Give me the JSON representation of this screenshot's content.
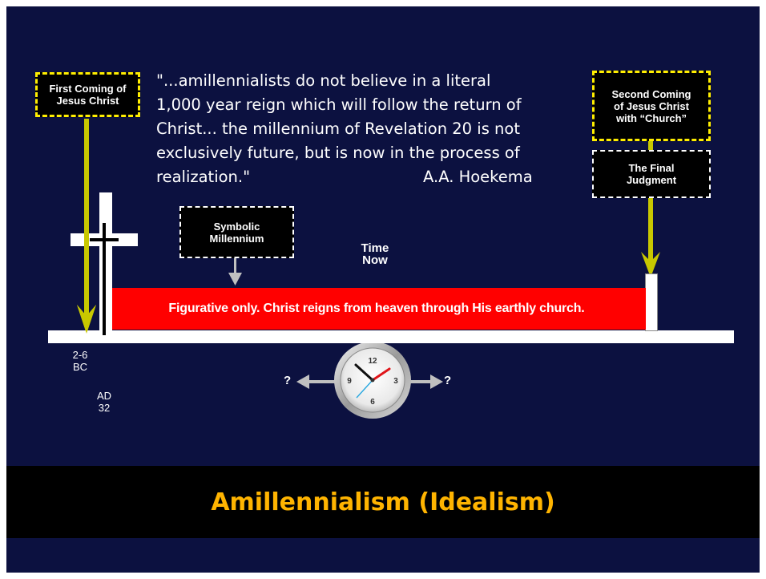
{
  "quote": {
    "text": "\"...amillennialists do not believe in a literal\n1,000 year reign which will follow the return of\nChrist... the millennium of Revelation 20 is not\nexclusively future, but is now in the process of\nrealization.\"",
    "author": "A.A. Hoekema"
  },
  "boxes": {
    "first_coming": "First Coming of\nJesus Christ",
    "second_coming": "Second Coming\nof Jesus Christ\nwith “Church”",
    "final_judgment": "The Final\nJudgment",
    "symbolic_millennium": "Symbolic\nMillennium"
  },
  "timeline": {
    "band_text": "Figurative only.  Christ reigns from heaven through His earthly church.",
    "time_now": "Time\nNow",
    "date_birth": "2-6\nBC",
    "date_cross": "AD\n32",
    "unknown_left": "?",
    "unknown_right": "?"
  },
  "clock": {
    "numerals": [
      "12",
      "3",
      "6",
      "9"
    ]
  },
  "title": "Amillennialism (Idealism)",
  "colors": {
    "background": "#0c1140",
    "band": "#ff0000",
    "arrow": "#c8c800",
    "title": "#ffb400",
    "box_border_yellow": "#ffee00"
  }
}
